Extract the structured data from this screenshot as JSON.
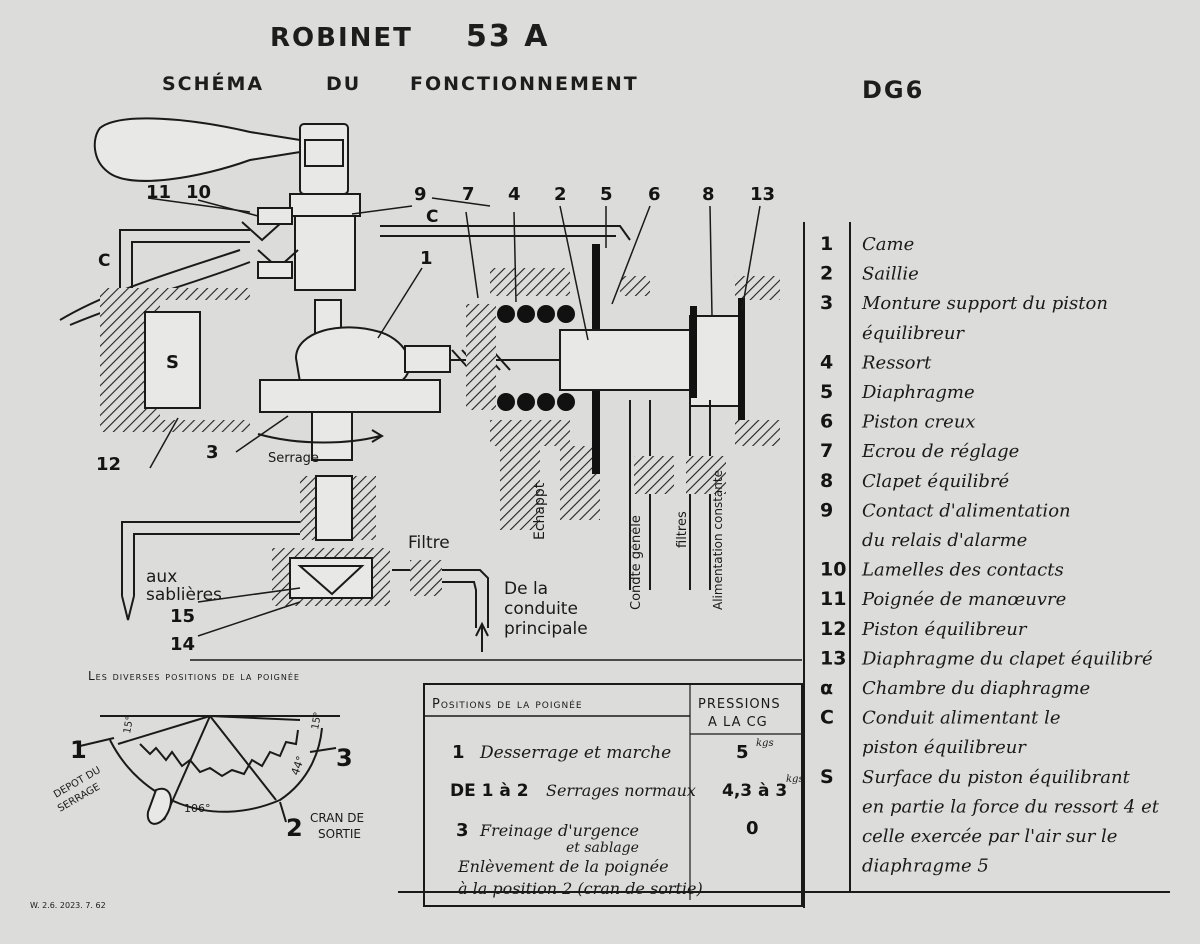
{
  "header": {
    "title_word": "ROBINET",
    "title_number": "53 A",
    "subtitle_1": "SCHÉMA",
    "subtitle_2": "DU",
    "subtitle_3": "FONCTIONNEMENT",
    "code": "DG6"
  },
  "callouts": {
    "n1": "1",
    "n2": "2",
    "n3": "3",
    "n4": "4",
    "n5": "5",
    "n6": "6",
    "n7": "7",
    "n8": "8",
    "n9": "9",
    "n10": "10",
    "n11": "11",
    "n12": "12",
    "n13": "13",
    "n14": "14",
    "n15": "15",
    "c1": "C",
    "c2": "C",
    "s": "S",
    "serrage": "Serrage"
  },
  "diagram_labels": {
    "echappt": "Echappt",
    "cond_gen": "Condte généle",
    "filtres": "filtres",
    "alim_const": "Alimentation constante",
    "filtre": "Filtre",
    "aux": "aux",
    "sablieres": "sablières",
    "de_la": "De la",
    "conduite": "conduite",
    "principale": "principale"
  },
  "positions_diagram": {
    "title": "Les diverses positions de la poignée",
    "depot": "DEPOT DU",
    "serrage": "SERRAGE",
    "angle_106": "106°",
    "angle_15a": "15°",
    "angle_15b": "15°",
    "angle_44": "44°",
    "pos1": "1",
    "pos2": "2",
    "pos3": "3",
    "cran1": "CRAN DE",
    "cran2": "SORTIE"
  },
  "positions_table": {
    "col_positions": "Positions de la poignée",
    "col_pressions_1": "PRESSIONS",
    "col_pressions_2": "A LA CG",
    "rows": [
      {
        "pos": "1",
        "desc": "Desserrage et marche",
        "pressure": "5",
        "unit": "kgs"
      },
      {
        "pos": "DE 1 à 2",
        "desc": "Serrages normaux",
        "pressure": "4,3 à 3",
        "unit": "kgs"
      },
      {
        "pos": "3",
        "desc": "Freinage d'urgence",
        "desc2": "et sablage",
        "pressure": "0",
        "unit": ""
      }
    ],
    "note_1": "Enlèvement de la poignée",
    "note_2": "à la position 2 (cran de sortie)"
  },
  "legend": [
    {
      "key": "1",
      "text": "Came"
    },
    {
      "key": "2",
      "text": "Saillie"
    },
    {
      "key": "3",
      "text": "Monture support du piston"
    },
    {
      "key": "",
      "text": "équilibreur"
    },
    {
      "key": "4",
      "text": "Ressort"
    },
    {
      "key": "5",
      "text": "Diaphragme"
    },
    {
      "key": "6",
      "text": "Piston creux"
    },
    {
      "key": "7",
      "text": "Ecrou de réglage"
    },
    {
      "key": "8",
      "text": "Clapet équilibré"
    },
    {
      "key": "9",
      "text": "Contact d'alimentation"
    },
    {
      "key": "",
      "text": "du relais d'alarme"
    },
    {
      "key": "10",
      "text": "Lamelles des contacts"
    },
    {
      "key": "11",
      "text": "Poignée de manœuvre"
    },
    {
      "key": "12",
      "text": "Piston équilibreur"
    },
    {
      "key": "13",
      "text": "Diaphragme du clapet équilibré"
    },
    {
      "key": "α",
      "text": "Chambre du diaphragme"
    },
    {
      "key": "C",
      "text": "Conduit alimentant le"
    },
    {
      "key": "",
      "text": "piston équilibreur"
    },
    {
      "key": "S",
      "text": "Surface du piston équilibrant"
    },
    {
      "key": "",
      "text": "en partie la force du ressort 4 et"
    },
    {
      "key": "",
      "text": "celle exercée par l'air sur le"
    },
    {
      "key": "",
      "text": "diaphragme 5"
    }
  ],
  "footer": {
    "ref": "W. 2.6. 2023. 7. 62"
  }
}
